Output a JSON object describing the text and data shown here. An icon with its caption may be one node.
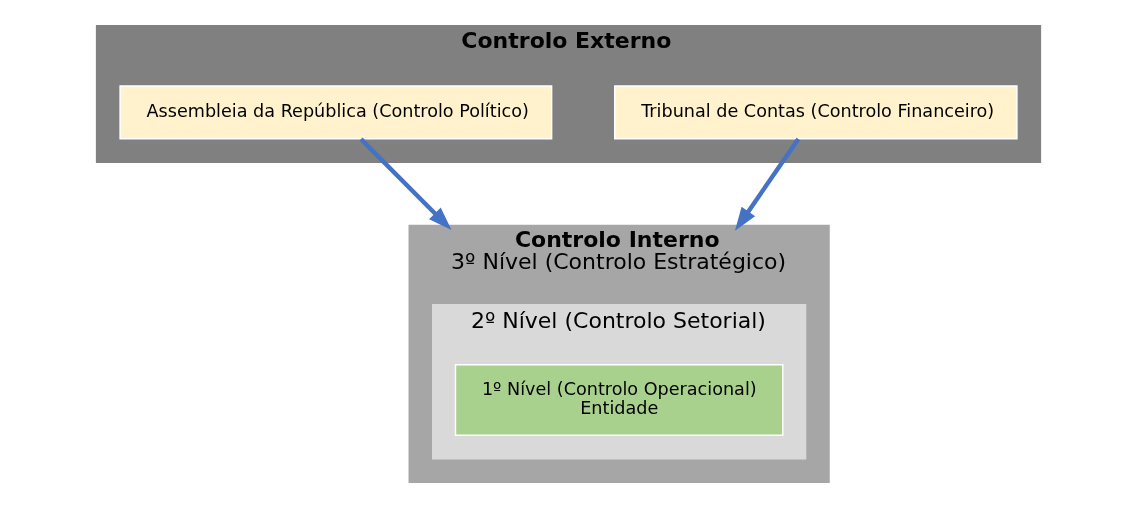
{
  "diagram": {
    "nodes": [
      {
        "text": [
          "Controlo Externo"
        ]
      },
      {
        "text": [
          "Assembleia da República (Controlo Político)"
        ],
        "in": 0
      },
      {
        "text": [
          "Tribunal de Contas (Controlo Financeiro)"
        ],
        "in": 0
      },
      {
        "text": [
          "Controlo Interno",
          "3º Nível (Controlo Estratégico)"
        ]
      },
      {
        "text": [
          "2º Nível (Controlo Setorial)"
        ],
        "in": 3
      },
      {
        "text": [
          "1º Nível (Controlo Operacional)",
          "Entidade"
        ],
        "in": 4
      }
    ],
    "edges": [
      {
        "from": 1,
        "to": 3,
        "arrow": "to"
      },
      {
        "from": 2,
        "to": 3,
        "arrow": "to"
      }
    ]
  }
}
